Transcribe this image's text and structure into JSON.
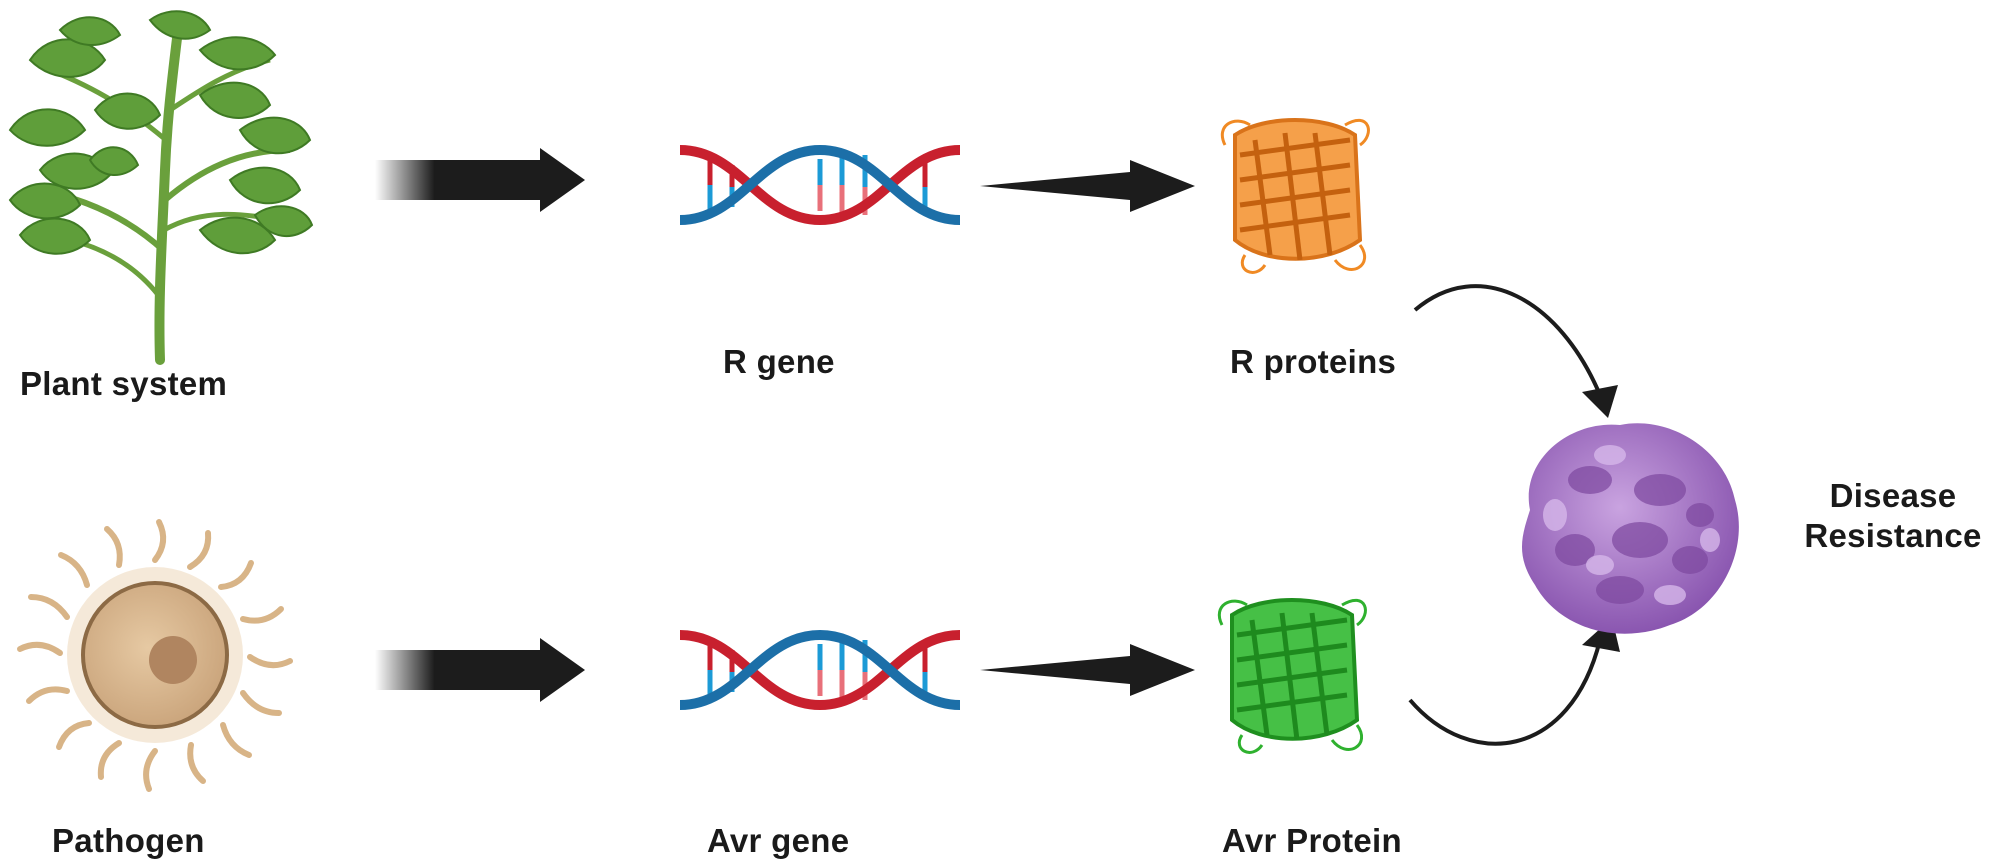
{
  "labels": {
    "plant_system": "Plant system",
    "r_gene": "R gene",
    "r_proteins": "R proteins",
    "pathogen": "Pathogen",
    "avr_gene": "Avr gene",
    "avr_protein": "Avr Protein",
    "disease_line1": "Disease",
    "disease_line2": "Resistance"
  },
  "colors": {
    "arrow": "#1c1c1c",
    "dna_red": "#c8202e",
    "dna_blue": "#1c6fa8",
    "r_protein": "#f08a24",
    "avr_protein": "#2fb12f",
    "complex": "#a46fc4",
    "plant_leaf": "#5f9e3a",
    "pathogen_body": "#d9b88f"
  },
  "icons": {
    "plant": "plant-icon",
    "pathogen": "pathogen-cell-icon",
    "dna": "dna-helix-icon",
    "r_protein": "r-protein-barrel-icon",
    "avr_protein": "avr-protein-barrel-icon",
    "complex": "protein-complex-icon"
  }
}
